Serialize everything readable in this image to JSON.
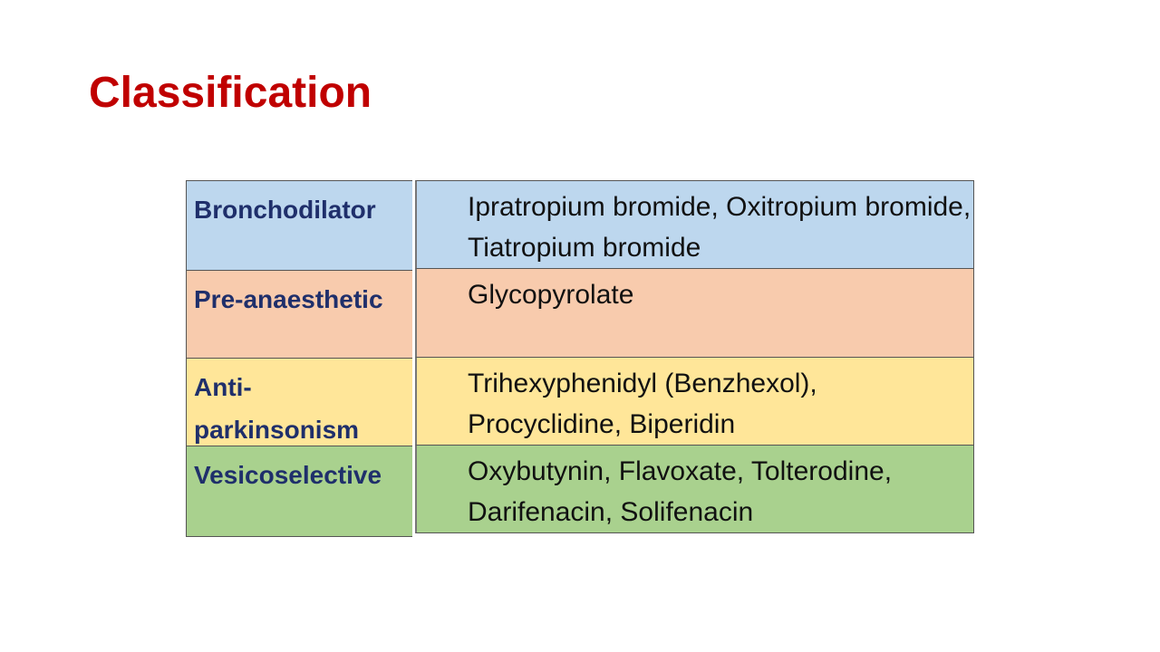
{
  "title": "Classification",
  "colors": {
    "title": "#c00000",
    "category_text": "#1f2f6b",
    "blue": "#bdd7ee",
    "orange": "#f8cbad",
    "yellow": "#ffe699",
    "green": "#a9d18e"
  },
  "rows": [
    {
      "category": "Bronchodilator",
      "drugs": "Ipratropium bromide, Oxitropium bromide, Tiatropium bromide"
    },
    {
      "category": "Pre-anaesthetic",
      "drugs": "Glycopyrolate"
    },
    {
      "category": "Anti-parkinsonism",
      "drugs": "Trihexyphenidyl (Benzhexol), Procyclidine, Biperidin"
    },
    {
      "category": "Vesicoselective",
      "drugs": "Oxybutynin, Flavoxate, Tolterodine, Darifenacin, Solifenacin"
    }
  ]
}
